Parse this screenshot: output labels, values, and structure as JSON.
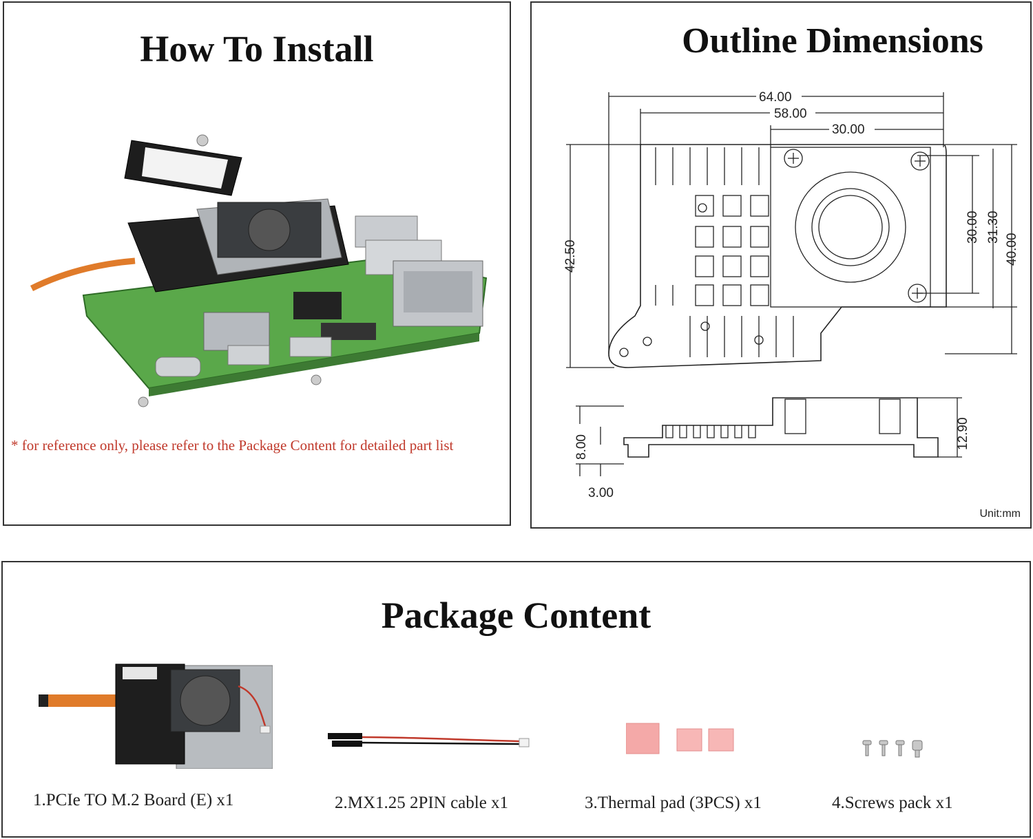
{
  "install": {
    "title": "How To Install",
    "note": "* for reference only, please refer to the Package Content for detailed part list"
  },
  "dimensions": {
    "title": "Outline Dimensions",
    "top_view": {
      "width_total": "64.00",
      "width_heatsink": "58.00",
      "width_fan": "30.00",
      "height_left": "42.50",
      "height_fan_holes": "30.00",
      "height_fan": "31.30",
      "height_total": "40.00"
    },
    "side_view": {
      "height_base": "8.00",
      "thickness": "3.00",
      "height_total": "12.90"
    },
    "unit": "Unit:mm"
  },
  "package": {
    "title": "Package Content",
    "items": [
      {
        "label": "1.PCIe TO M.2 Board (E) x1"
      },
      {
        "label": "2.MX1.25 2PIN cable x1"
      },
      {
        "label": "3.Thermal pad (3PCS) x1"
      },
      {
        "label": "4.Screws pack x1"
      }
    ]
  },
  "colors": {
    "note": "#c0392b",
    "pcb": "#4caf50",
    "pcb_dark": "#222222",
    "thermal": "#f4a9a8",
    "heatsink": "#b0b4b8"
  }
}
